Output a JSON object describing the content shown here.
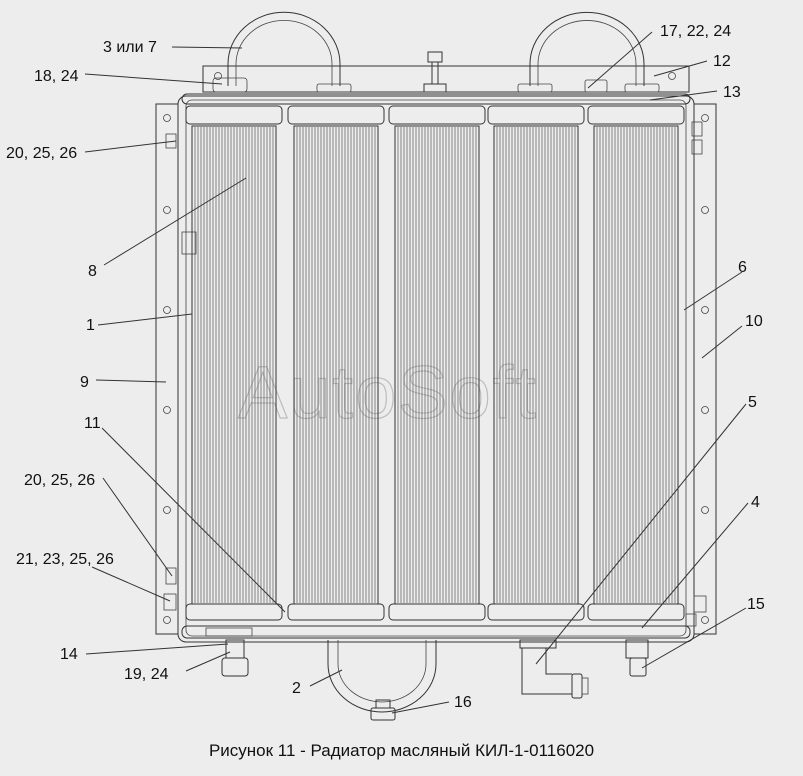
{
  "figure": {
    "caption": "Рисунок 11 - Радиатор масляный КИЛ-1-0116020",
    "watermark": "AutoSoft"
  },
  "callouts": [
    {
      "id": "c-3-7",
      "text": "3 или 7"
    },
    {
      "id": "c-17-22-24",
      "text": "17, 22, 24"
    },
    {
      "id": "c-18-24",
      "text": "18, 24"
    },
    {
      "id": "c-12",
      "text": "12"
    },
    {
      "id": "c-13",
      "text": "13"
    },
    {
      "id": "c-20-25-26-top",
      "text": "20, 25, 26"
    },
    {
      "id": "c-8",
      "text": "8"
    },
    {
      "id": "c-6",
      "text": "6"
    },
    {
      "id": "c-1",
      "text": "1"
    },
    {
      "id": "c-10",
      "text": "10"
    },
    {
      "id": "c-9",
      "text": "9"
    },
    {
      "id": "c-5",
      "text": "5"
    },
    {
      "id": "c-11",
      "text": "11"
    },
    {
      "id": "c-20-25-26-bottom",
      "text": "20, 25, 26"
    },
    {
      "id": "c-4",
      "text": "4"
    },
    {
      "id": "c-21-23-25-26",
      "text": "21, 23, 25, 26"
    },
    {
      "id": "c-15",
      "text": "15"
    },
    {
      "id": "c-14",
      "text": "14"
    },
    {
      "id": "c-19-24",
      "text": "19, 24"
    },
    {
      "id": "c-2",
      "text": "2"
    },
    {
      "id": "c-16",
      "text": "16"
    }
  ]
}
